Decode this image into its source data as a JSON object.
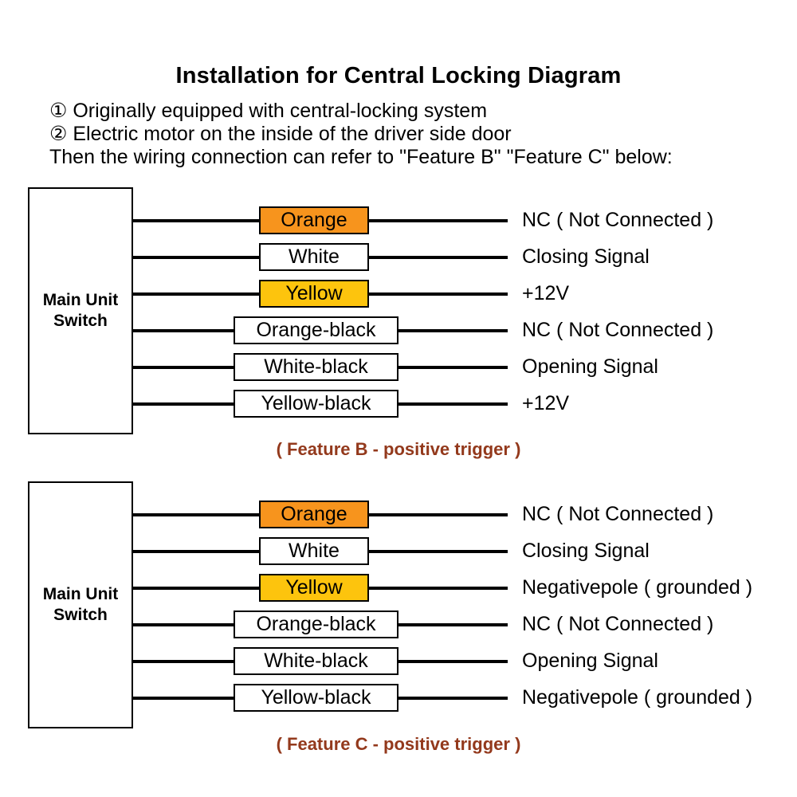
{
  "title": "Installation for Central Locking Diagram",
  "notes": [
    "① Originally equipped with central-locking system",
    "② Electric motor on the inside of the driver side door",
    "Then the wiring connection can refer to \"Feature B\" \"Feature C\" below:"
  ],
  "colors": {
    "orange": "#F7941D",
    "yellow": "#FDC40D",
    "white": "#FFFFFF",
    "wire": "#000000",
    "caption": "#93391C"
  },
  "diagrams": [
    {
      "source_label": "Main Unit Switch",
      "caption": "( Feature B - positive trigger )",
      "rows": [
        {
          "wire": "Orange",
          "fill": "orange",
          "signal": "NC ( Not Connected )"
        },
        {
          "wire": "White",
          "fill": "white",
          "signal": "Closing Signal"
        },
        {
          "wire": "Yellow",
          "fill": "yellow",
          "signal": "+12V"
        },
        {
          "wire": "Orange-black",
          "fill": "white",
          "signal": "NC ( Not Connected )"
        },
        {
          "wire": "White-black",
          "fill": "white",
          "signal": "Opening Signal"
        },
        {
          "wire": "Yellow-black",
          "fill": "white",
          "signal": "+12V"
        }
      ]
    },
    {
      "source_label": "Main Unit Switch",
      "caption": "( Feature C - positive trigger )",
      "rows": [
        {
          "wire": "Orange",
          "fill": "orange",
          "signal": "NC ( Not Connected )"
        },
        {
          "wire": "White",
          "fill": "white",
          "signal": "Closing Signal"
        },
        {
          "wire": "Yellow",
          "fill": "yellow",
          "signal": "Negativepole ( grounded )"
        },
        {
          "wire": "Orange-black",
          "fill": "white",
          "signal": "NC ( Not Connected )"
        },
        {
          "wire": "White-black",
          "fill": "white",
          "signal": "Opening Signal"
        },
        {
          "wire": "Yellow-black",
          "fill": "white",
          "signal": "Negativepole ( grounded )"
        }
      ]
    }
  ]
}
